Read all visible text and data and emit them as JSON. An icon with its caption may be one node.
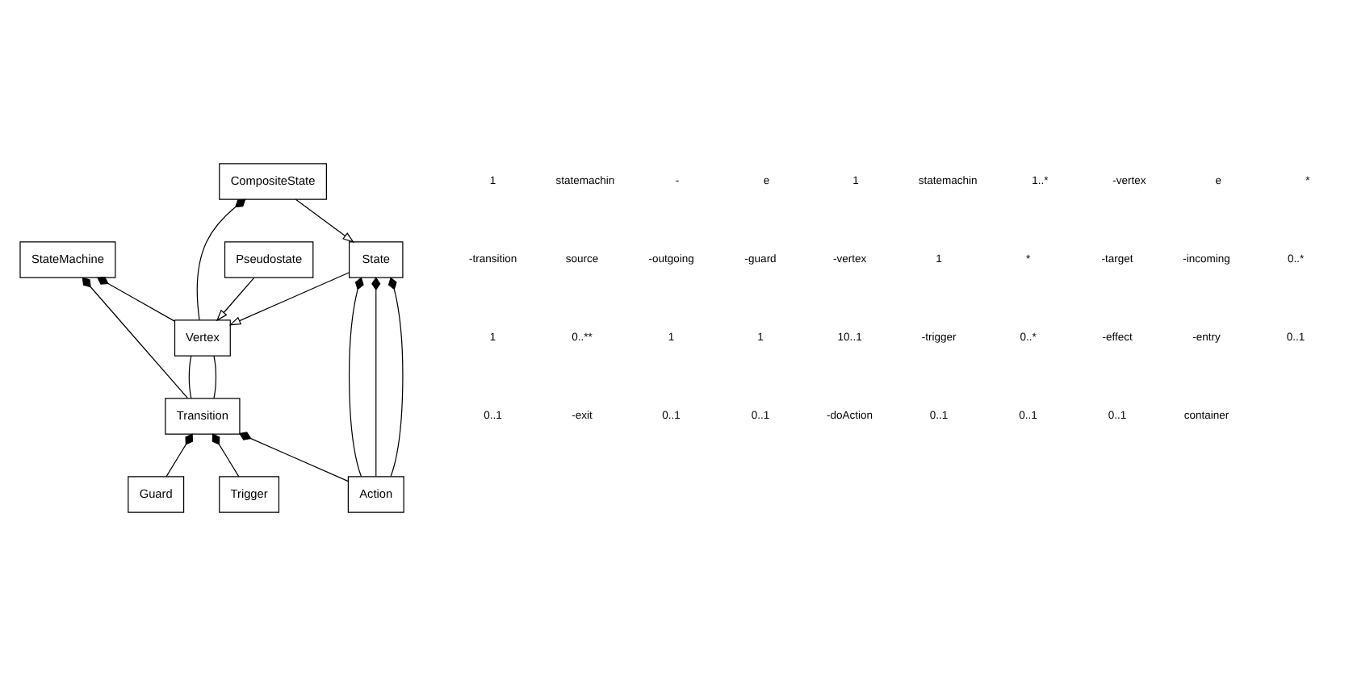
{
  "diagram": {
    "nodes": [
      {
        "text": [
          "StateMachine"
        ]
      },
      {
        "text": [
          "Vertex"
        ]
      },
      {
        "text": [
          "Transition"
        ]
      },
      {
        "text": [
          "Guard"
        ]
      },
      {
        "text": [
          "Trigger"
        ]
      },
      {
        "text": [
          "Pseudostate"
        ]
      },
      {
        "text": [
          "CompositeState"
        ]
      },
      {
        "text": [
          "State"
        ]
      },
      {
        "text": [
          "Action"
        ]
      }
    ],
    "edges": [
      {
        "from": 0,
        "to": 1,
        "arrow": "other"
      },
      {
        "from": 0,
        "to": 2,
        "arrow": "other"
      },
      {
        "from": 1,
        "to": 2,
        "arrow": "none"
      },
      {
        "from": 1,
        "to": 2,
        "arrow": "none"
      },
      {
        "from": 2,
        "to": 3,
        "arrow": "other"
      },
      {
        "from": 2,
        "to": 4,
        "arrow": "other"
      },
      {
        "from": 2,
        "to": 8,
        "arrow": "other"
      },
      {
        "from": 5,
        "to": 1,
        "arrow": "to"
      },
      {
        "from": 7,
        "to": 1,
        "arrow": "to"
      },
      {
        "from": 6,
        "to": 7,
        "arrow": "to"
      },
      {
        "from": 6,
        "to": 1,
        "arrow": "other"
      },
      {
        "from": 7,
        "to": 8,
        "arrow": "other"
      },
      {
        "from": 7,
        "to": 8,
        "arrow": "other"
      },
      {
        "from": 7,
        "to": 8,
        "arrow": "other"
      }
    ],
    "labels": [
      "1",
      "statemachin",
      "-",
      "e",
      "1",
      "statemachin",
      "1..*",
      "-vertex",
      "e",
      "*",
      "-transition",
      "source",
      "-outgoing",
      "-guard",
      "-vertex",
      "1",
      "*",
      "-target",
      "-incoming",
      "0..*",
      "1",
      "0..**",
      "1",
      "1",
      "10..1",
      "-trigger",
      "0..*",
      "-effect",
      "-entry",
      "0..1",
      "0..1",
      "-exit",
      "0..1",
      "0..1",
      "-doAction",
      "0..1",
      "0..1",
      "0..1",
      "container"
    ]
  }
}
